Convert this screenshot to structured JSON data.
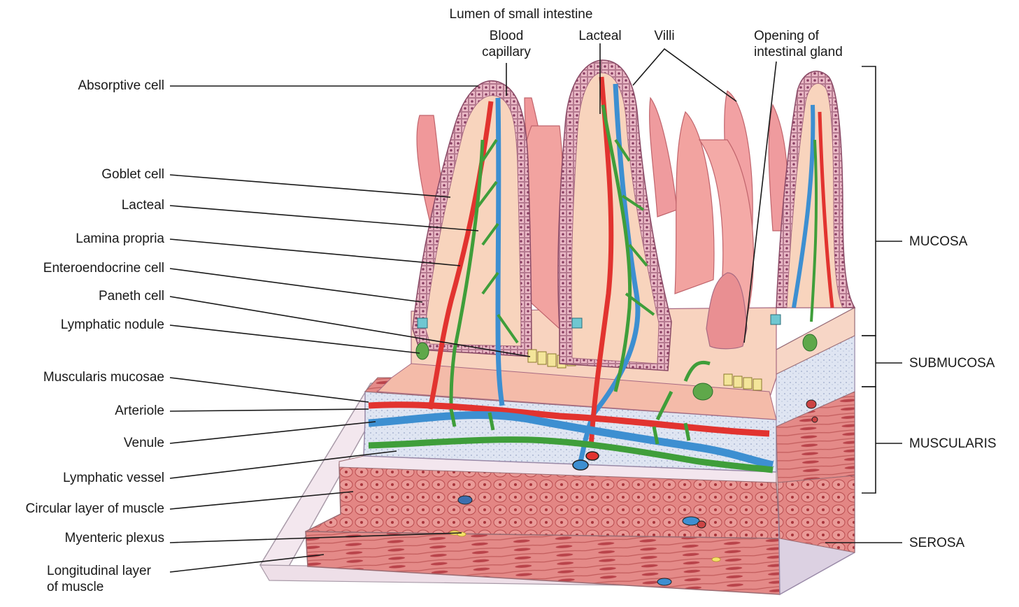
{
  "labels": {
    "lumen": "Lumen of small intestine",
    "blood_capillary": "Blood\ncapillary",
    "lacteal_top": "Lacteal",
    "villi": "Villi",
    "opening_gland": "Opening of\nintestinal gland",
    "absorptive_cell": "Absorptive cell",
    "goblet_cell": "Goblet cell",
    "lacteal": "Lacteal",
    "lamina_propria": "Lamina propria",
    "enteroendocrine_cell": "Enteroendocrine cell",
    "paneth_cell": "Paneth cell",
    "lymphatic_nodule": "Lymphatic nodule",
    "muscularis_mucosae": "Muscularis mucosae",
    "arteriole": "Arteriole",
    "venule": "Venule",
    "lymphatic_vessel": "Lymphatic vessel",
    "circular_muscle": "Circular layer of muscle",
    "myenteric_plexus": "Myenteric plexus",
    "longitudinal_muscle": "Longitudinal layer\nof muscle",
    "mucosa": "MUCOSA",
    "submucosa": "SUBMUCOSA",
    "muscularis": "MUSCULARIS",
    "serosa": "SEROSA"
  },
  "colors": {
    "villus_fill": "#f2a3a0",
    "villus_shade": "#e07c7c",
    "epithelium": "#e8b7c3",
    "lamina": "#f8d4bd",
    "artery": "#e2332f",
    "vein": "#3d8fd1",
    "lymph": "#3f9e3a",
    "submucosa": "#dde3f0",
    "muscle": "#e38684",
    "muscle_dark": "#c85a5a",
    "block_side": "#d4cce0",
    "serosa_sheet": "#f3e6ee",
    "line": "#1a1a1a"
  }
}
